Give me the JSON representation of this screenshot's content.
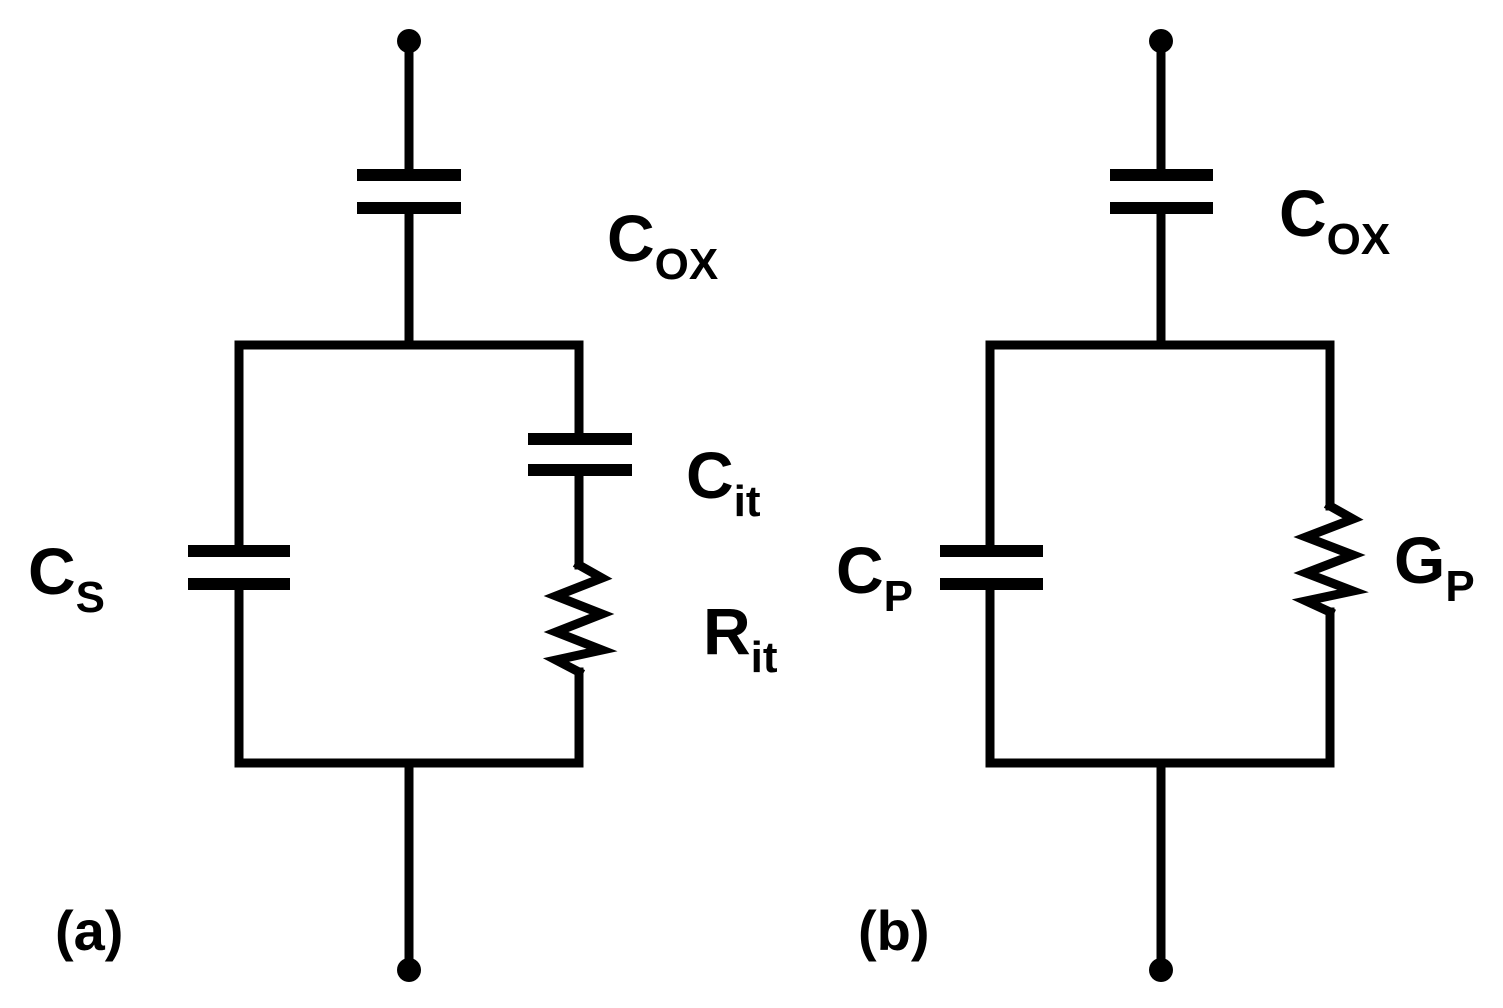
{
  "circuit_a": {
    "panel_label": "(a)",
    "cox": {
      "main": "C",
      "sub": "OX"
    },
    "cs": {
      "main": "C",
      "sub": "S"
    },
    "cit": {
      "main": "C",
      "sub": "it"
    },
    "rit": {
      "main": "R",
      "sub": "it"
    }
  },
  "circuit_b": {
    "panel_label": "(b)",
    "cox": {
      "main": "C",
      "sub": "OX"
    },
    "cp": {
      "main": "C",
      "sub": "P"
    },
    "gp": {
      "main": "G",
      "sub": "P"
    }
  }
}
